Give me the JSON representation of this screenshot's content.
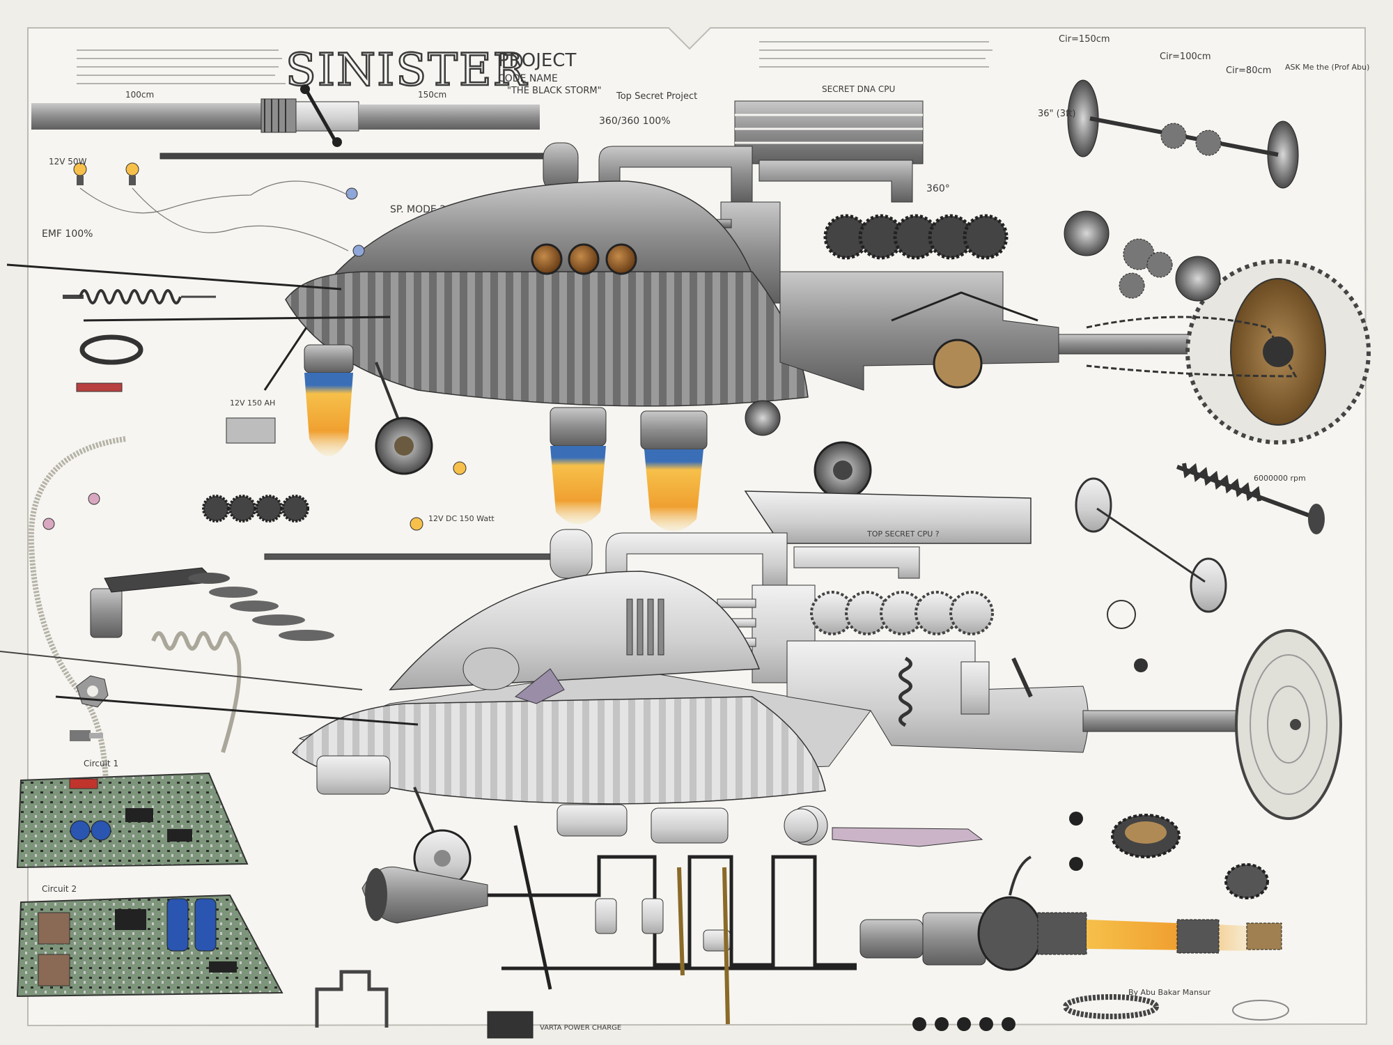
{
  "header": {
    "title": "SINISTER",
    "project": "PROJECT",
    "code_name_label": "CODE NAME",
    "code_name": "\"THE BLACK STORM\""
  },
  "labels": {
    "top_secret_project": "Top Secret Project",
    "secret_dna_cpu": "SECRET DNA CPU",
    "top_secret_cpu": "TOP SECRET CPU ?",
    "sp_mode": "SP. MODE 2006",
    "emf": "EMF 100%",
    "percent_360": "360/360 100%",
    "angle_360": "360°",
    "bulb_12v_50w": "12V 50W",
    "dc_12v_150w": "12V DC 150 Watt",
    "battery_12v_150ah": "12V 150 AH",
    "dim_100cm": "100cm",
    "dim_150cm": "150cm",
    "cir_150cm": "Cir=150cm",
    "cir_100cm": "Cir=100cm",
    "cir_80cm": "Cir=80cm",
    "dim_36": "36\" (3ft)",
    "ask_me": "ASK Me the (Prof Abu)",
    "circuit_1": "Circuit 1",
    "circuit_2": "Circuit 2",
    "gear_rpm": "6000000 rpm",
    "varta": "VARTA POWER CHARGE",
    "signature": "By Abu Bakar Mansur"
  },
  "colors": {
    "paper": "#efeee9",
    "graphite": "#7c7c7c",
    "ink": "#2b2b2b",
    "flame_orange": "#f0a030",
    "flame_blue": "#3a6fb8",
    "porthole": "#8a5a28",
    "capacitor_blue": "#2a55b0",
    "pcb_green": "#6f8f6a",
    "chip_red": "#c0342c"
  }
}
